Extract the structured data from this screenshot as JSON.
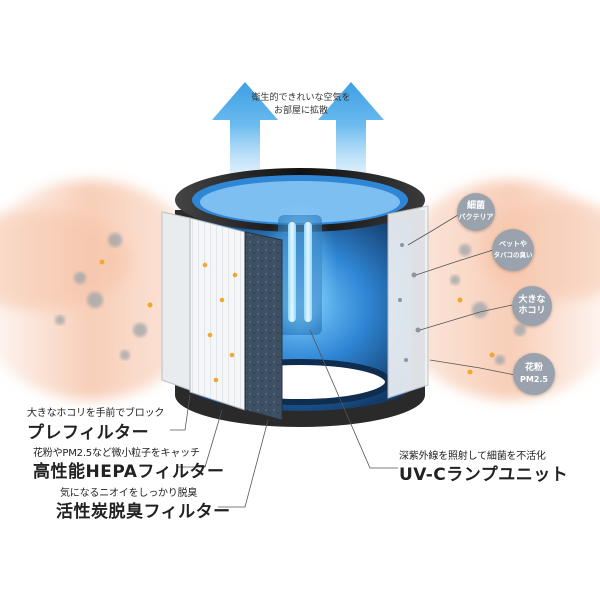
{
  "top_caption": {
    "line1": "衛生的できれいな空気を",
    "line2": "お部屋に拡散"
  },
  "badges": {
    "bacteria": {
      "line1": "細菌",
      "line2": "バクテリア"
    },
    "pet_tobacco": {
      "line1": "ペットや",
      "line2": "タバコの臭い"
    },
    "large_dust": {
      "line1": "大きな",
      "line2": "ホコリ"
    },
    "pollen": {
      "line1": "花粉",
      "line2": "PM2.5"
    }
  },
  "callouts": {
    "prefilter": {
      "desc": "大きなホコリを手前でブロック",
      "title": "プレフィルター"
    },
    "hepa": {
      "desc": "花粉やPM2.5など微小粒子をキャッチ",
      "title": "高性能HEPAフィルター"
    },
    "carbon": {
      "desc": "気になるニオイをしっかり脱臭",
      "title": "活性炭脱臭フィルター"
    },
    "uvc": {
      "desc": "深紫外線を照射して細菌を不活化",
      "title": "UV-Cランプユニット"
    }
  },
  "colors": {
    "airflow_orange": "#f6c2a6",
    "arrow_blue": "#4fa9e6",
    "inner_glow": "#2f86d4",
    "badge_gray": "#9aa3ad",
    "dark_frame": "#2a2a2a"
  }
}
